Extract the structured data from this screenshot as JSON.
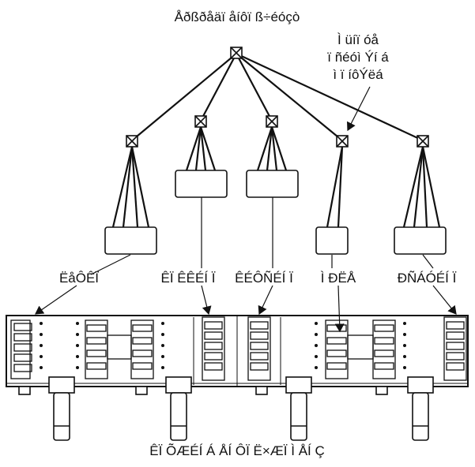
{
  "diagram": {
    "title": "Åðßðåäï åíôï ß÷éóçò",
    "callout_lines": [
      "Ì üíï óå",
      "ï ñéóì Ýí á",
      "ì ï íôÝëá"
    ],
    "bottom_labels": [
      "ËåÔÊÏ",
      "ÊÏ ÊÊÉÍ Ï",
      "ÊÉÔÑÉÍ Ï",
      "Ì ÐËÅ",
      "ÐÑÁÓÉÍ Ï"
    ],
    "caption": "ÊÏ ÕÆÉÍ Á ÅÍ ÔÏ Ë×ÆÏ Ì ÅÍ Ç"
  }
}
